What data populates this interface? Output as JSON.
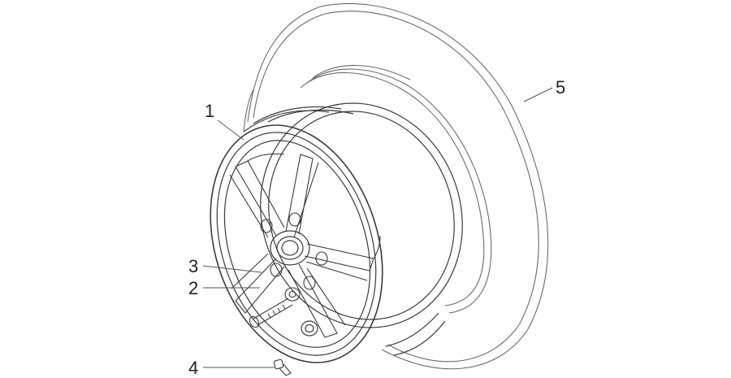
{
  "colors": {
    "background": "#ffffff",
    "linework": "#3a3a3a",
    "tire_linework": "#6a6a6a",
    "label_text": "#222222"
  },
  "callouts": [
    {
      "id": "1",
      "label": "1"
    },
    {
      "id": "2",
      "label": "2"
    },
    {
      "id": "3",
      "label": "3"
    },
    {
      "id": "4",
      "label": "4"
    },
    {
      "id": "5",
      "label": "5"
    }
  ]
}
